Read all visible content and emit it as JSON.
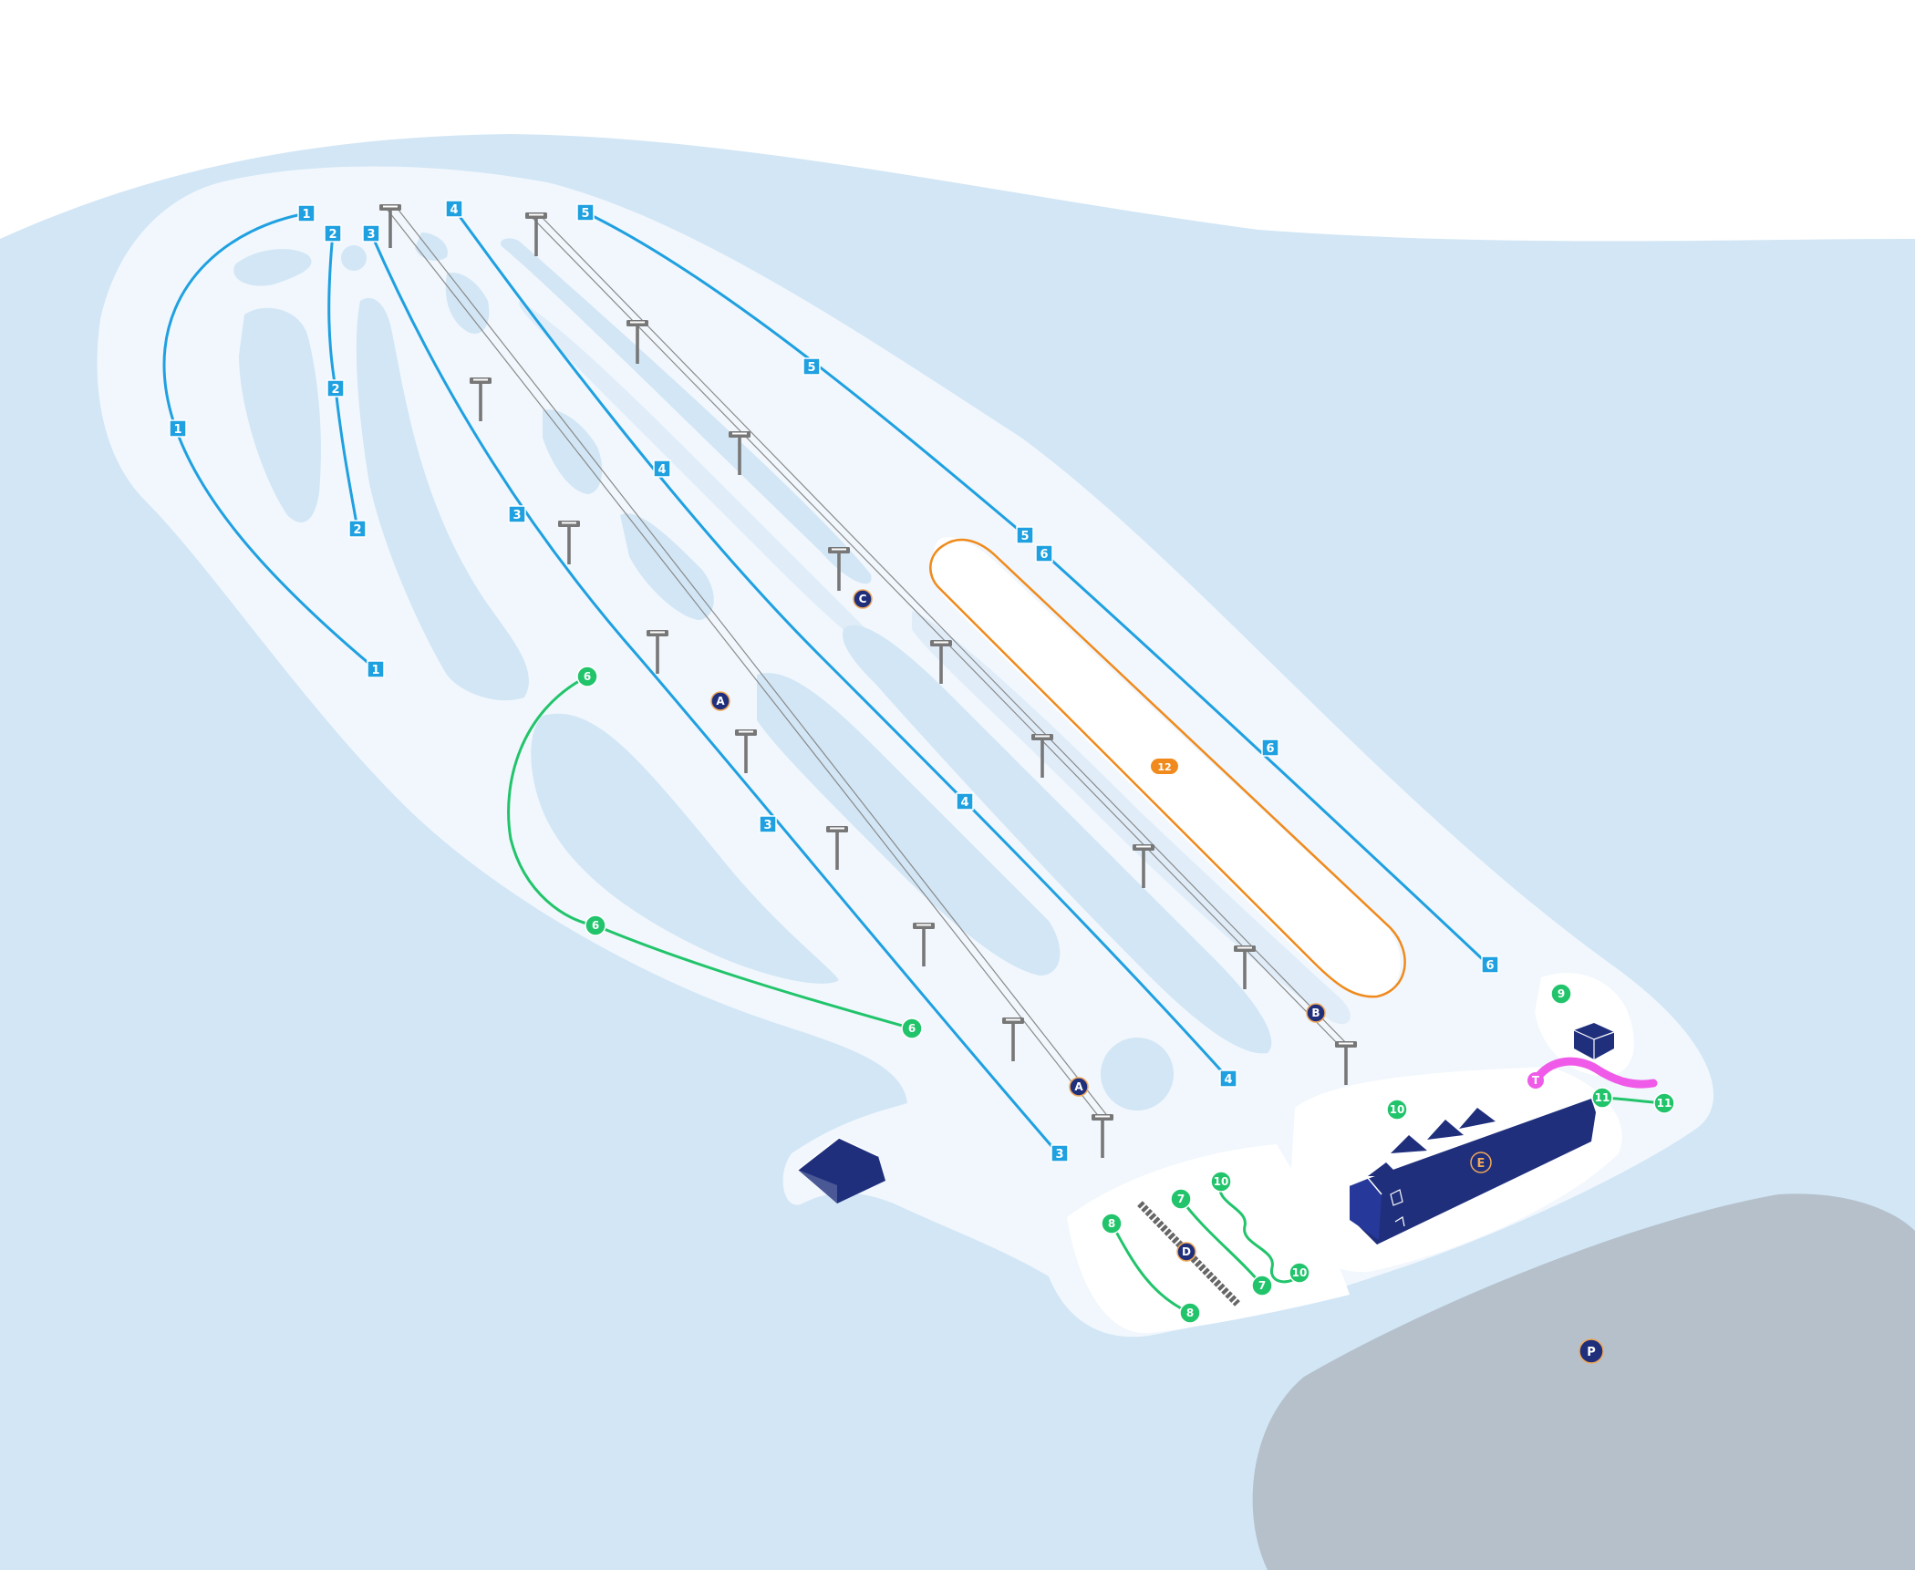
{
  "map": {
    "colors": {
      "sky": "#ffffff",
      "terrain": "#d2e6f5",
      "snow": "#f1f7fd",
      "trees": "#d2e6f5",
      "parking": "#b5c0cb",
      "trail_blue": "#1fa0e0",
      "trail_green": "#22c46b",
      "trail_orange": "#f08a1c",
      "trail_pink": "#f05ae8",
      "lift": "#777777",
      "building": "#1f2f7c",
      "badge_ring": "#f0a85a"
    },
    "blue_trails": [
      "1",
      "2",
      "3",
      "4",
      "5",
      "6"
    ],
    "green_trails": [
      "6",
      "7",
      "8",
      "9",
      "10",
      "11"
    ],
    "orange_trail": "12",
    "lifts": [
      "A",
      "B",
      "C",
      "D"
    ],
    "facilities": {
      "lodge": "E",
      "parking": "P",
      "tubing": "T"
    }
  }
}
